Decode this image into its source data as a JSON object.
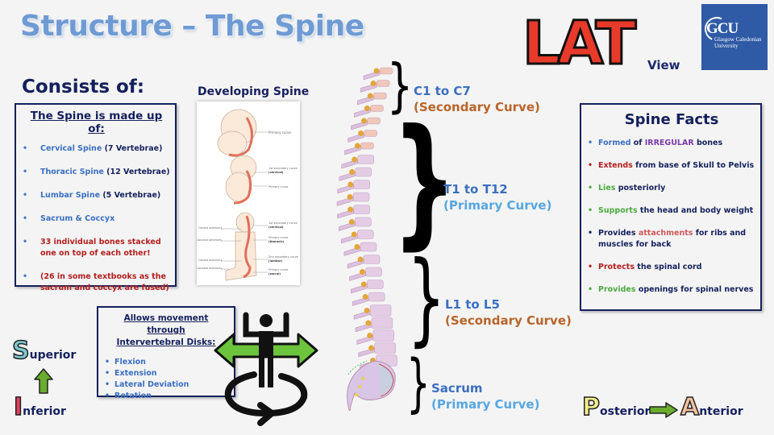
{
  "title": "Structure – The Spine",
  "logo": {
    "letters": "LAT",
    "suffix": "View"
  },
  "university": {
    "abbr": "GCU",
    "name_line1": "Glasgow Caledonian",
    "name_line2": "University"
  },
  "consists_heading": "Consists of:",
  "made_up_box": {
    "heading": "The Spine is made up of:",
    "items": [
      {
        "highlight": "Cervical Spine",
        "rest": " (7 Vertebrae)"
      },
      {
        "highlight": "Thoracic Spine",
        "rest": " (12 Vertebrae)"
      },
      {
        "highlight": "Lumbar Spine",
        "rest": " (5 Vertebrae)"
      },
      {
        "highlight": "Sacrum & Coccyx",
        "rest": ""
      },
      {
        "text": "33 individual bones stacked one on top of each other!"
      },
      {
        "text": "(26 in some textbooks as the sacrum and coccyx are fused)"
      }
    ]
  },
  "developing_spine": {
    "title": "Developing Spine",
    "labels": {
      "primary": "Primary curve",
      "first_secondary": "1st secondary curve",
      "cervical": "(cervical)",
      "thoracic": "(thoracic)",
      "second_secondary": "2nd secondary curve",
      "lumbar": "(lumbar)",
      "sacral": "(sacral)",
      "convex": "Convex anteriorly",
      "concave": "Concave anteriorly"
    }
  },
  "spine_regions": [
    {
      "range": "C1 to C7",
      "curve": "(Secondary Curve)",
      "type": "secondary"
    },
    {
      "range": "T1 to T12",
      "curve": "(Primary Curve)",
      "type": "primary"
    },
    {
      "range": "L1 to L5",
      "curve": "(Secondary Curve)",
      "type": "secondary"
    },
    {
      "range": "Sacrum",
      "curve": "(Primary Curve)",
      "type": "primary"
    }
  ],
  "spine_facts": {
    "heading": "Spine Facts",
    "items": [
      {
        "parts": [
          [
            "Formed",
            "blue"
          ],
          [
            " of ",
            "dark"
          ],
          [
            "IRREGULAR",
            "purple"
          ],
          [
            " bones",
            "dark"
          ]
        ],
        "bullet": "blue"
      },
      {
        "parts": [
          [
            "Extends",
            "red"
          ],
          [
            " from base of Skull to Pelvis",
            "dark"
          ]
        ],
        "bullet": "red"
      },
      {
        "parts": [
          [
            "Lies",
            "green"
          ],
          [
            " posteriorly",
            "dark"
          ]
        ],
        "bullet": "green"
      },
      {
        "parts": [
          [
            "Supports",
            "green"
          ],
          [
            " the head and body weight",
            "dark"
          ]
        ],
        "bullet": "green"
      },
      {
        "parts": [
          [
            "Provides ",
            "dark"
          ],
          [
            "attachments",
            "salmon"
          ],
          [
            " for ribs and muscles for back",
            "dark"
          ]
        ],
        "bullet": "dark"
      },
      {
        "parts": [
          [
            "Protects",
            "red"
          ],
          [
            " the spinal cord",
            "dark"
          ]
        ],
        "bullet": "red"
      },
      {
        "parts": [
          [
            "Provides",
            "green"
          ],
          [
            " openings for spinal nerves",
            "dark"
          ]
        ],
        "bullet": "green"
      }
    ]
  },
  "movement_box": {
    "heading_line1": "Allows movement through",
    "heading_line2": "Intervertebral Disks:",
    "items": [
      "Flexion",
      "Extension",
      "Lateral Deviation",
      "Rotation"
    ]
  },
  "directions": {
    "superior": {
      "letter": "S",
      "rest": "uperior"
    },
    "inferior": {
      "letter": "I",
      "rest": "nferior"
    },
    "posterior": {
      "letter": "P",
      "rest": "osterior"
    },
    "anterior": {
      "letter": "A",
      "rest": "nterior"
    }
  },
  "colors": {
    "title": "#6f9bd4",
    "navy": "#14205c",
    "accent_blue": "#3b6fc0",
    "secondary_curve": "#b8642a",
    "primary_curve": "#57a6e0",
    "logo_red": "#e83a2a",
    "arrow_green": "#6cc43c"
  }
}
